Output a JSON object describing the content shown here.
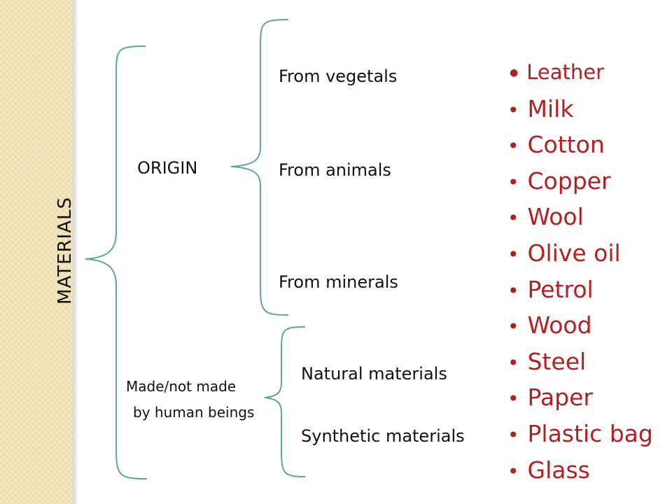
{
  "colors": {
    "item_text": "#b22020",
    "brace": "#5aaa8a",
    "label_text": "#111111",
    "side_strip": "#f5e6be"
  },
  "diagram": {
    "root": "MATERIALS",
    "branches": {
      "origin": {
        "label": "ORIGIN",
        "children": [
          "From vegetals",
          "From animals",
          "From minerals"
        ]
      },
      "made": {
        "label_line1": "Made/not made",
        "label_line2": "by human beings",
        "children": [
          "Natural materials",
          "Synthetic materials"
        ]
      }
    },
    "items": [
      "Leather",
      "Milk",
      "Cotton",
      "Copper",
      "Wool",
      "Olive oil",
      "Petrol",
      "Wood",
      "Steel",
      "Paper",
      "Plastic bag",
      "Glass"
    ]
  }
}
